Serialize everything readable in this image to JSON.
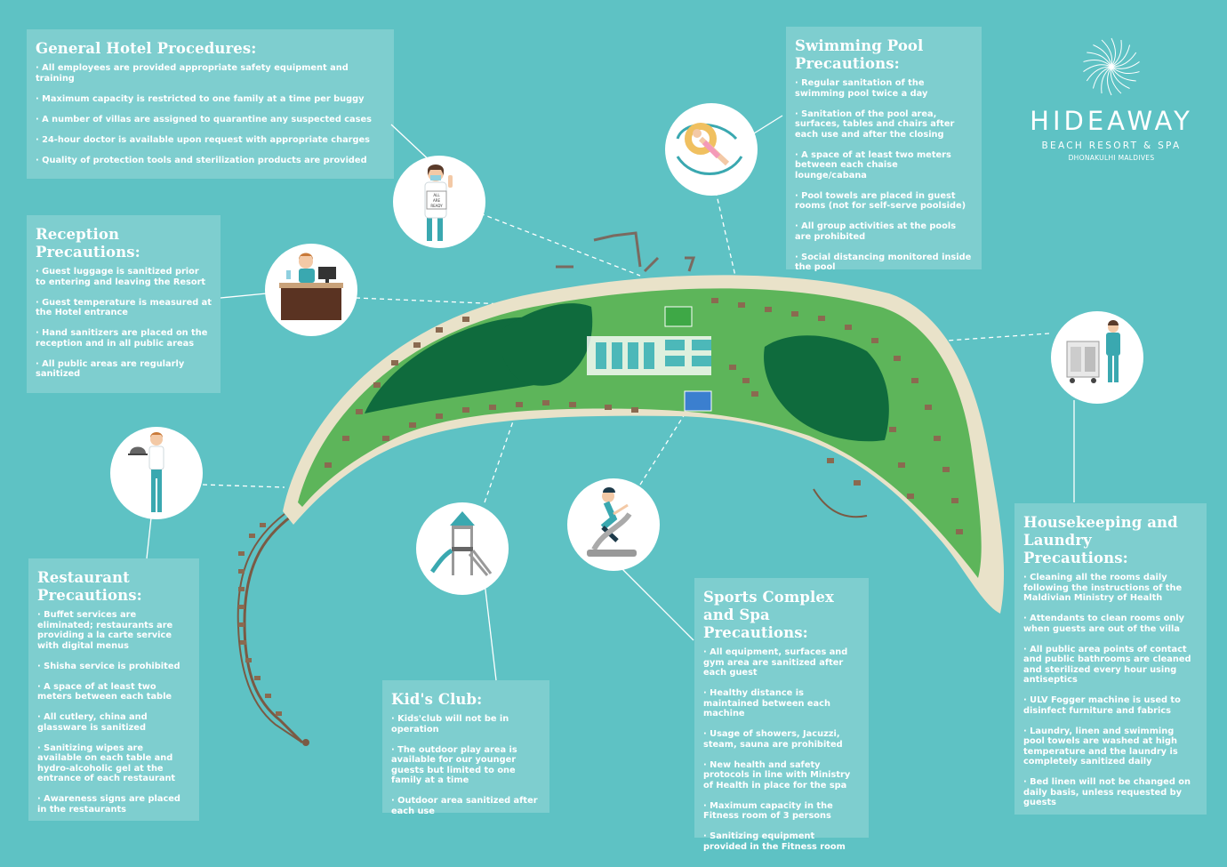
{
  "logo": {
    "brand": "HIDEAWAY",
    "subtitle": "BEACH RESORT & SPA",
    "location": "DHONAKULHI MALDIVES",
    "icon": "swirl-icon"
  },
  "colors": {
    "sea": "#5ec2c4",
    "panel": "rgba(255,255,255,0.20)",
    "island_green": "#5db55a",
    "island_dark": "#0f6b3d",
    "sand": "#e9e2c9"
  },
  "panels": {
    "general": {
      "title": "General Hotel Procedures:",
      "items": [
        "All employees are provided appropriate safety equipment and training",
        "Maximum capacity is restricted to one family at a time per buggy",
        "A number of villas are assigned to quarantine any suspected cases",
        "24-hour doctor is available upon request with appropriate charges",
        "Quality of protection tools and sterilization products are provided"
      ]
    },
    "reception": {
      "title": "Reception Precautions:",
      "items": [
        "Guest luggage is sanitized prior to entering and leaving the Resort",
        "Guest temperature is measured at the Hotel entrance",
        "Hand sanitizers are placed on the reception and in all public areas",
        "All public areas are regularly sanitized"
      ]
    },
    "restaurant": {
      "title": "Restaurant Precautions:",
      "items": [
        "Buffet services are eliminated; restaurants are providing a la carte service with digital menus",
        "Shisha service is prohibited",
        "A space of at least two meters between each table",
        "All cutlery, china and glassware is sanitized",
        "Sanitizing wipes are available on each table and hydro-alcoholic gel at the entrance of each restaurant",
        "Awareness signs are placed in the restaurants"
      ]
    },
    "kids": {
      "title": "Kid's Club:",
      "items": [
        "Kids'club will not be in operation",
        "The outdoor play area is available for our younger guests but limited to one family at a time",
        "Outdoor area sanitized after each use"
      ]
    },
    "sports": {
      "title": "Sports Complex and Spa Precautions:",
      "items": [
        "All equipment, surfaces and gym area are sanitized after each guest",
        "Healthy distance is maintained between each machine",
        "Usage of showers, Jacuzzi, steam, sauna are prohibited",
        "New health and safety protocols in line with Ministry of Health in place for the spa",
        "Maximum capacity in the Fitness room of 3 persons",
        "Sanitizing equipment provided in the Fitness room"
      ]
    },
    "pool": {
      "title": "Swimming Pool Precautions:",
      "items": [
        "Regular sanitation of the swimming pool twice a day",
        "Sanitation of the pool area, surfaces, tables and chairs after each use and after the closing",
        "A space of at least two meters between each chaise lounge/cabana",
        "Pool towels are placed in guest rooms (not for self-serve poolside)",
        "All group activities at the pools are prohibited",
        "Social distancing monitored inside the pool"
      ]
    },
    "housekeeping": {
      "title": "Housekeeping and Laundry Precautions:",
      "items": [
        "Cleaning all the rooms daily following the instructions of the Maldivian Ministry of Health",
        "Attendants to clean rooms only when guests are out of the villa",
        "All public area points of contact and public bathrooms are cleaned and sterilized every hour using antiseptics",
        "ULV Fogger machine is used to disinfect furniture and fabrics",
        "Laundry, linen and swimming pool towels are washed at high temperature and the laundry is completely sanitized daily",
        "Bed linen will not be changed on daily basis, unless requested by guests"
      ]
    }
  },
  "doctor_sign": [
    "ALL",
    "ARE",
    "READY"
  ],
  "icons": {
    "doctor": "doctor-icon",
    "receptionist": "receptionist-icon",
    "waiter": "waiter-icon",
    "playground": "playground-icon",
    "gym": "exercise-bike-icon",
    "pool": "pool-float-icon",
    "housekeeping": "laundry-cart-icon"
  }
}
